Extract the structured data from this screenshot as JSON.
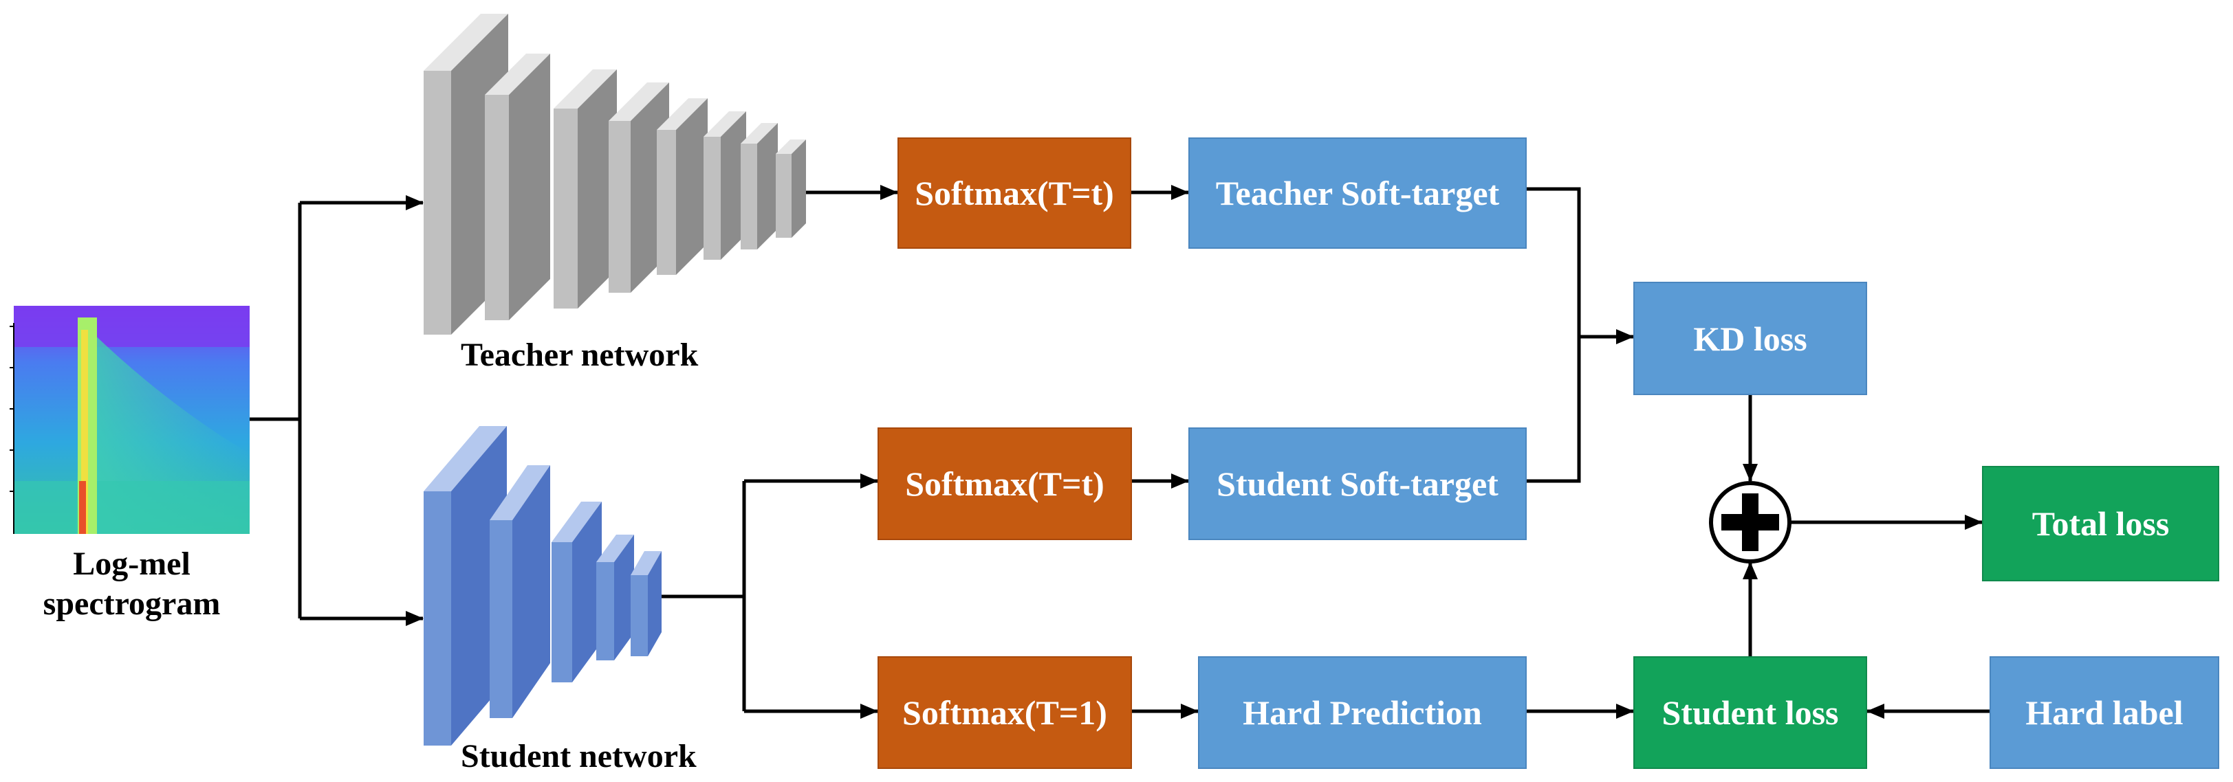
{
  "input": {
    "line1": "Log-mel",
    "line2": "spectrogram"
  },
  "teacher": {
    "label": "Teacher network"
  },
  "student": {
    "label": "Student network"
  },
  "boxes": {
    "softmax_teacher": "Softmax(T=t)",
    "teacher_soft_target": "Teacher Soft-target",
    "softmax_student_t": "Softmax(T=t)",
    "student_soft_target": "Student Soft-target",
    "softmax_student_1": "Softmax(T=1)",
    "hard_prediction": "Hard Prediction",
    "kd_loss": "KD loss",
    "student_loss": "Student loss",
    "hard_label": "Hard label",
    "total_loss": "Total loss"
  },
  "colors": {
    "softmax": "#c55a11",
    "target": "#5b9bd5",
    "loss": "#12a35a",
    "teacher_layers": "#c0c0c0",
    "student_layers": "#6f95d6"
  },
  "icons": {
    "sum": "plus-circle-icon"
  }
}
